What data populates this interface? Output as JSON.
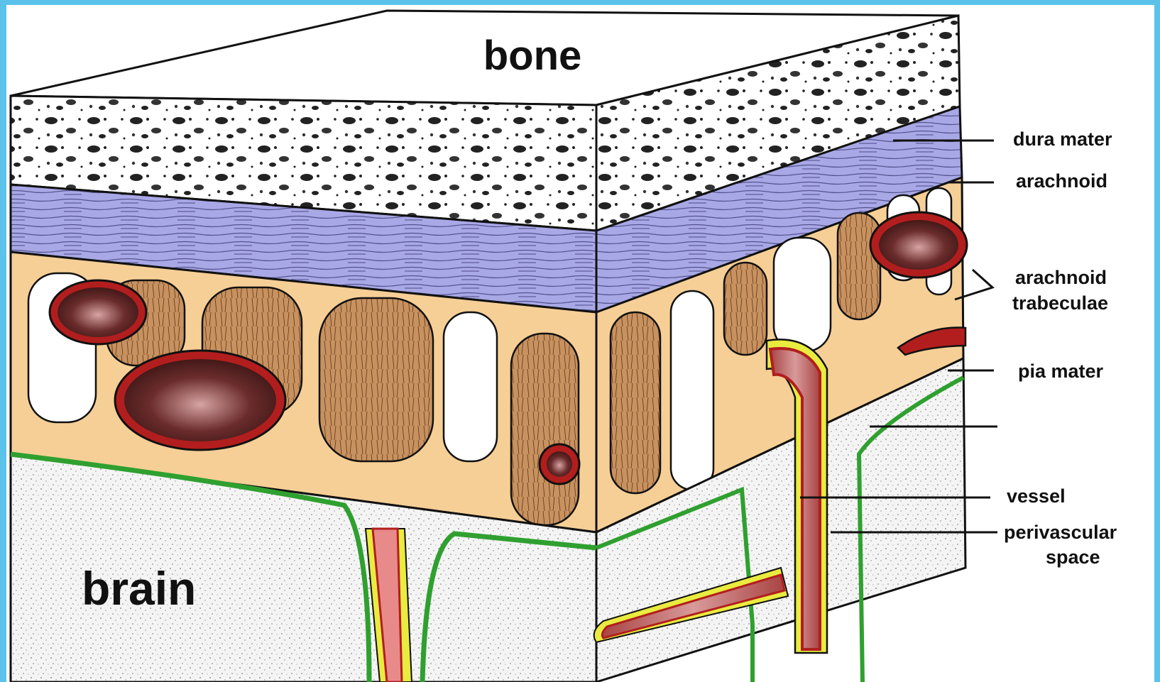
{
  "labels": {
    "bone": "bone",
    "brain": "brain",
    "dura_mater": "dura mater",
    "arachnoid": "arachnoid",
    "arachnoid_trabeculae_1": "arachnoid",
    "arachnoid_trabeculae_2": "trabeculae",
    "pia_mater": "pia mater",
    "vessel": "vessel",
    "perivascular_1": "perivascular",
    "perivascular_2": "space"
  },
  "colors": {
    "frame": "#5bc3ea",
    "bone": "#ffffff",
    "dura": "#a9a8e6",
    "arachnoid": "#f6cf96",
    "subarachnoid_floor": "#b9835a",
    "vessel_wall": "#b21e1e",
    "vessel_lumen": "#5b2a2a",
    "pia": "#2fa02f",
    "pia_highlight": "#e9ec3f",
    "brain": "#f2f2f2"
  }
}
